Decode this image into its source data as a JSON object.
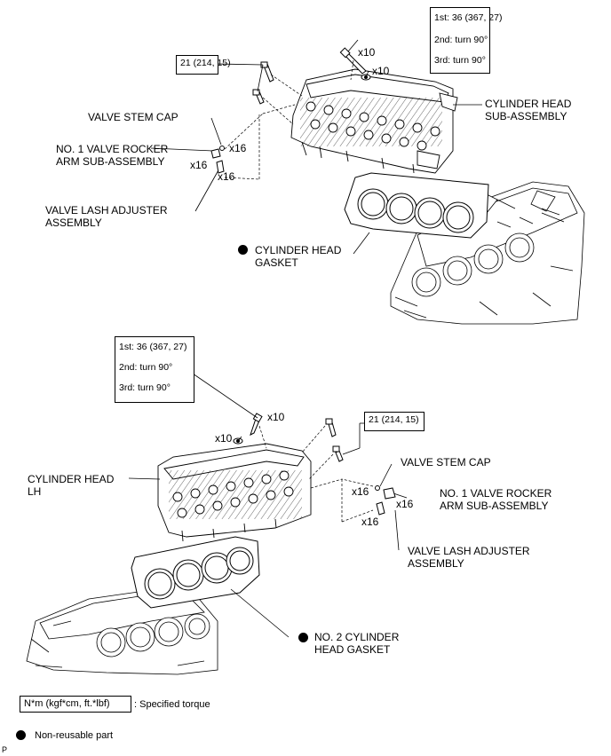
{
  "top": {
    "torque_box": {
      "line1": "1st: 36 (367, 27)",
      "line2": "2nd: turn 90°",
      "line3": "3rd: turn 90°"
    },
    "torque_small": {
      "text": "21 (214, 15)"
    },
    "qty_bolt": "x10",
    "qty_washer": "x10",
    "valve_stem_cap": "VALVE STEM CAP",
    "rocker_arm_1": "NO. 1 VALVE ROCKER",
    "rocker_arm_2": "ARM SUB-ASSEMBLY",
    "qty_cap": "x16",
    "qty_rocker": "x16",
    "qty_lash": "x16",
    "lash_1": "VALVE LASH ADJUSTER",
    "lash_2": "ASSEMBLY",
    "head_1": "CYLINDER HEAD",
    "head_2": "SUB-ASSEMBLY",
    "gasket_1": "CYLINDER HEAD",
    "gasket_2": "GASKET"
  },
  "bottom": {
    "torque_box": {
      "line1": "1st: 36 (367, 27)",
      "line2": "2nd: turn 90°",
      "line3": "3rd: turn 90°"
    },
    "torque_small": {
      "text": "21 (214, 15)"
    },
    "qty_bolt": "x10",
    "qty_washer": "x10",
    "head_1": "CYLINDER HEAD",
    "head_2": "LH",
    "valve_stem_cap": "VALVE STEM CAP",
    "rocker_arm_1": "NO. 1 VALVE ROCKER",
    "rocker_arm_2": "ARM SUB-ASSEMBLY",
    "qty_cap": "x16",
    "qty_rocker": "x16",
    "qty_lash": "x16",
    "lash_1": "VALVE LASH ADJUSTER",
    "lash_2": "ASSEMBLY",
    "gasket_1": "NO. 2 CYLINDER",
    "gasket_2": "HEAD GASKET"
  },
  "legend": {
    "torque_unit": "N*m (kgf*cm, ft.*lbf)",
    "torque_desc": ": Specified torque",
    "nonreusable": "Non-reusable part"
  },
  "footer_mark": "P"
}
